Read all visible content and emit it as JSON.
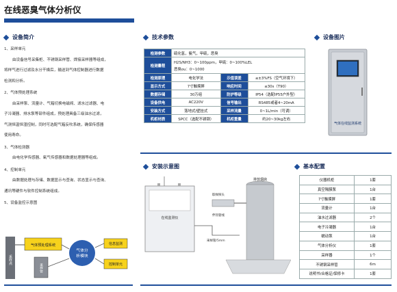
{
  "page": {
    "title": "在线恶臭气体分析仪"
  },
  "sections": {
    "intro": "设备简介",
    "tech": "技术参数",
    "photo": "设备图片",
    "install": "安装示意图",
    "config": "基本配置"
  },
  "intro": {
    "h1": "1、采样单元",
    "p1a": "由设备信号采集柜、不锈钢采样管、焊接采样器等组成，",
    "p1b": "将样气进行过滤及水分干燥后，输送到气体控制器进行数据",
    "p1c": "检测和分析。",
    "h2": "2、气体预处理系统",
    "p2a": "由采样泵、流量计、气箱切换电磁阀、滤水过滤器、电",
    "p2b": "子冷凝器、排水泵等部件组成，预处理具备三级油水过滤，",
    "p2c": "气测恒温恒湿控制，同时可选配气箱反吹系统，确保传感器",
    "p2d": "使用寿命。",
    "h3": "3、气体检测器",
    "p3a": "由电化学传感器、氧气传感器和数据处理器等组成。",
    "h4": "4、控制单元",
    "p4a": "由数据处理与存储、数据显示与查询、状态显示与查询、",
    "p4b": "通讯等硬件与软件控制系统组成。",
    "h5": "5、设备监控示意图",
    "diag": {
      "pre": "气体预处理系统",
      "core_a": "气体分",
      "core_b": "析模块",
      "out1": "信息监测",
      "out2": "控制单元",
      "pipe": "采样管",
      "src": "采样点"
    }
  },
  "tech": {
    "r1k": "检测参数",
    "r1v": "硫化氢，氨气，甲硫，恶臭",
    "r2k": "检测量程",
    "r2v1": "H2S/NH3：0~100ppm，甲硫：0~100%LEL",
    "r2v2": "恶臭ou：0~1000",
    "r3k1": "检测原理",
    "r3v1": "电化学法",
    "r3k2": "示值误差",
    "r3v2": "≤±3%FS（空气环境下）",
    "r4k1": "显示方式",
    "r4v1": "7寸触摸屏",
    "r4k2": "响应时间",
    "r4v2": "≤30s（T90）",
    "r5k1": "数据存储",
    "r5v1": "30万组",
    "r5k2": "防护等级",
    "r5v2": "IP54（选配IP55户外型）",
    "r6k1": "设备供电",
    "r6v1": "AC220V",
    "r6k2": "信号输出",
    "r6v2": "RS485或者4~20mA",
    "r7k1": "安装方式",
    "r7v1": "落地式/壁挂式",
    "r7k2": "采样流量",
    "r7v2": "0~1L/min（可调）",
    "r8k1": "机柜材质",
    "r8v1": "SPCC（选配不锈钢）",
    "r8k2": "机柜重量",
    "r8v2": "约20~30kg左右"
  },
  "device": {
    "label": "气体在线监测系统"
  },
  "install": {
    "unit": "在线监测仪",
    "probe": "取样探头",
    "tube": "伴热管线",
    "stack": "排放烟囱",
    "pipe_len": "采样管/5mm"
  },
  "config": {
    "rows": [
      {
        "name": "仪器机柜",
        "qty": "1套"
      },
      {
        "name": "真空隔膜泵",
        "qty": "1台"
      },
      {
        "name": "7寸触摸屏",
        "qty": "1套"
      },
      {
        "name": "流量计",
        "qty": "1台"
      },
      {
        "name": "油水过滤器",
        "qty": "2个"
      },
      {
        "name": "电子冷凝器",
        "qty": "1台"
      },
      {
        "name": "蠕动泵",
        "qty": "1台"
      },
      {
        "name": "气体分析仪",
        "qty": "1套"
      },
      {
        "name": "采样器",
        "qty": "1个"
      },
      {
        "name": "不锈钢采样管",
        "qty": "6m"
      },
      {
        "name": "说明书/合格证/保修卡",
        "qty": "1套"
      }
    ]
  },
  "colors": {
    "accent": "#1e4e9a",
    "yellow": "#f7d21c",
    "cabinet": "#c8ccd2"
  }
}
